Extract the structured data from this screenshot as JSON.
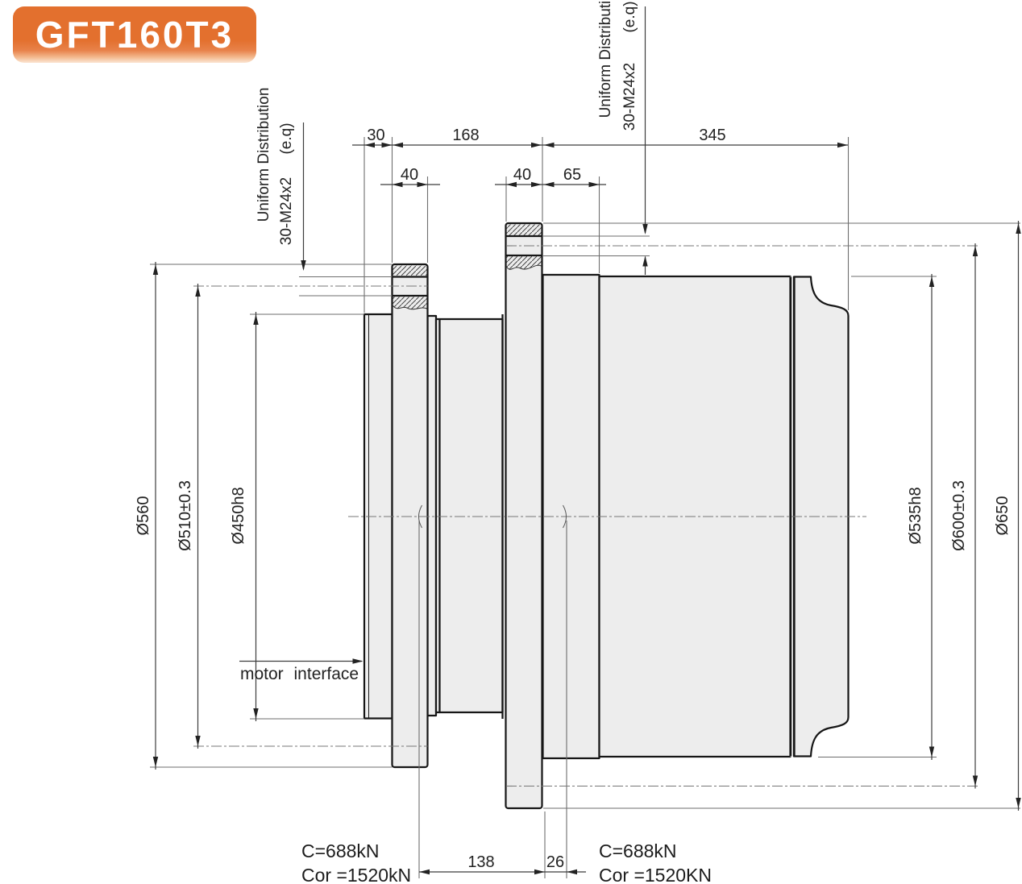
{
  "badge": {
    "text": "GFT160T3",
    "accent": "#e3702e",
    "text_color": "#ffffff"
  },
  "notes": {
    "left": {
      "line1": "Uniform Distribution",
      "line2": "30-M24x2",
      "line2_suffix": "(e.q)"
    },
    "right": {
      "line1": "Uniform Distribution",
      "line2": "30-M24x2",
      "line2_suffix": "(e.q)"
    }
  },
  "dims": {
    "top_width_1": "30",
    "top_width_2": "168",
    "top_width_3": "345",
    "flange1_width": "40",
    "flange2_width": "40",
    "pilot_width": "65",
    "bottom_width_1": "138",
    "bottom_width_2": "26"
  },
  "diameters": {
    "d560": "Ø560",
    "d510": "Ø510±0.3",
    "d450": "Ø450h8",
    "d535": "Ø535h8",
    "d600": "Ø600±0.3",
    "d650": "Ø650"
  },
  "labels": {
    "motor_interface": "motor interface"
  },
  "ratings": {
    "left": {
      "c": "C=688kN",
      "cor": "Cor =1520kN"
    },
    "right": {
      "c": "C=688kN",
      "cor": "Cor =1520KN"
    }
  },
  "colors": {
    "line": "#1a1a1a",
    "body_fill": "#ededed",
    "construction": "#6e6e6e"
  }
}
